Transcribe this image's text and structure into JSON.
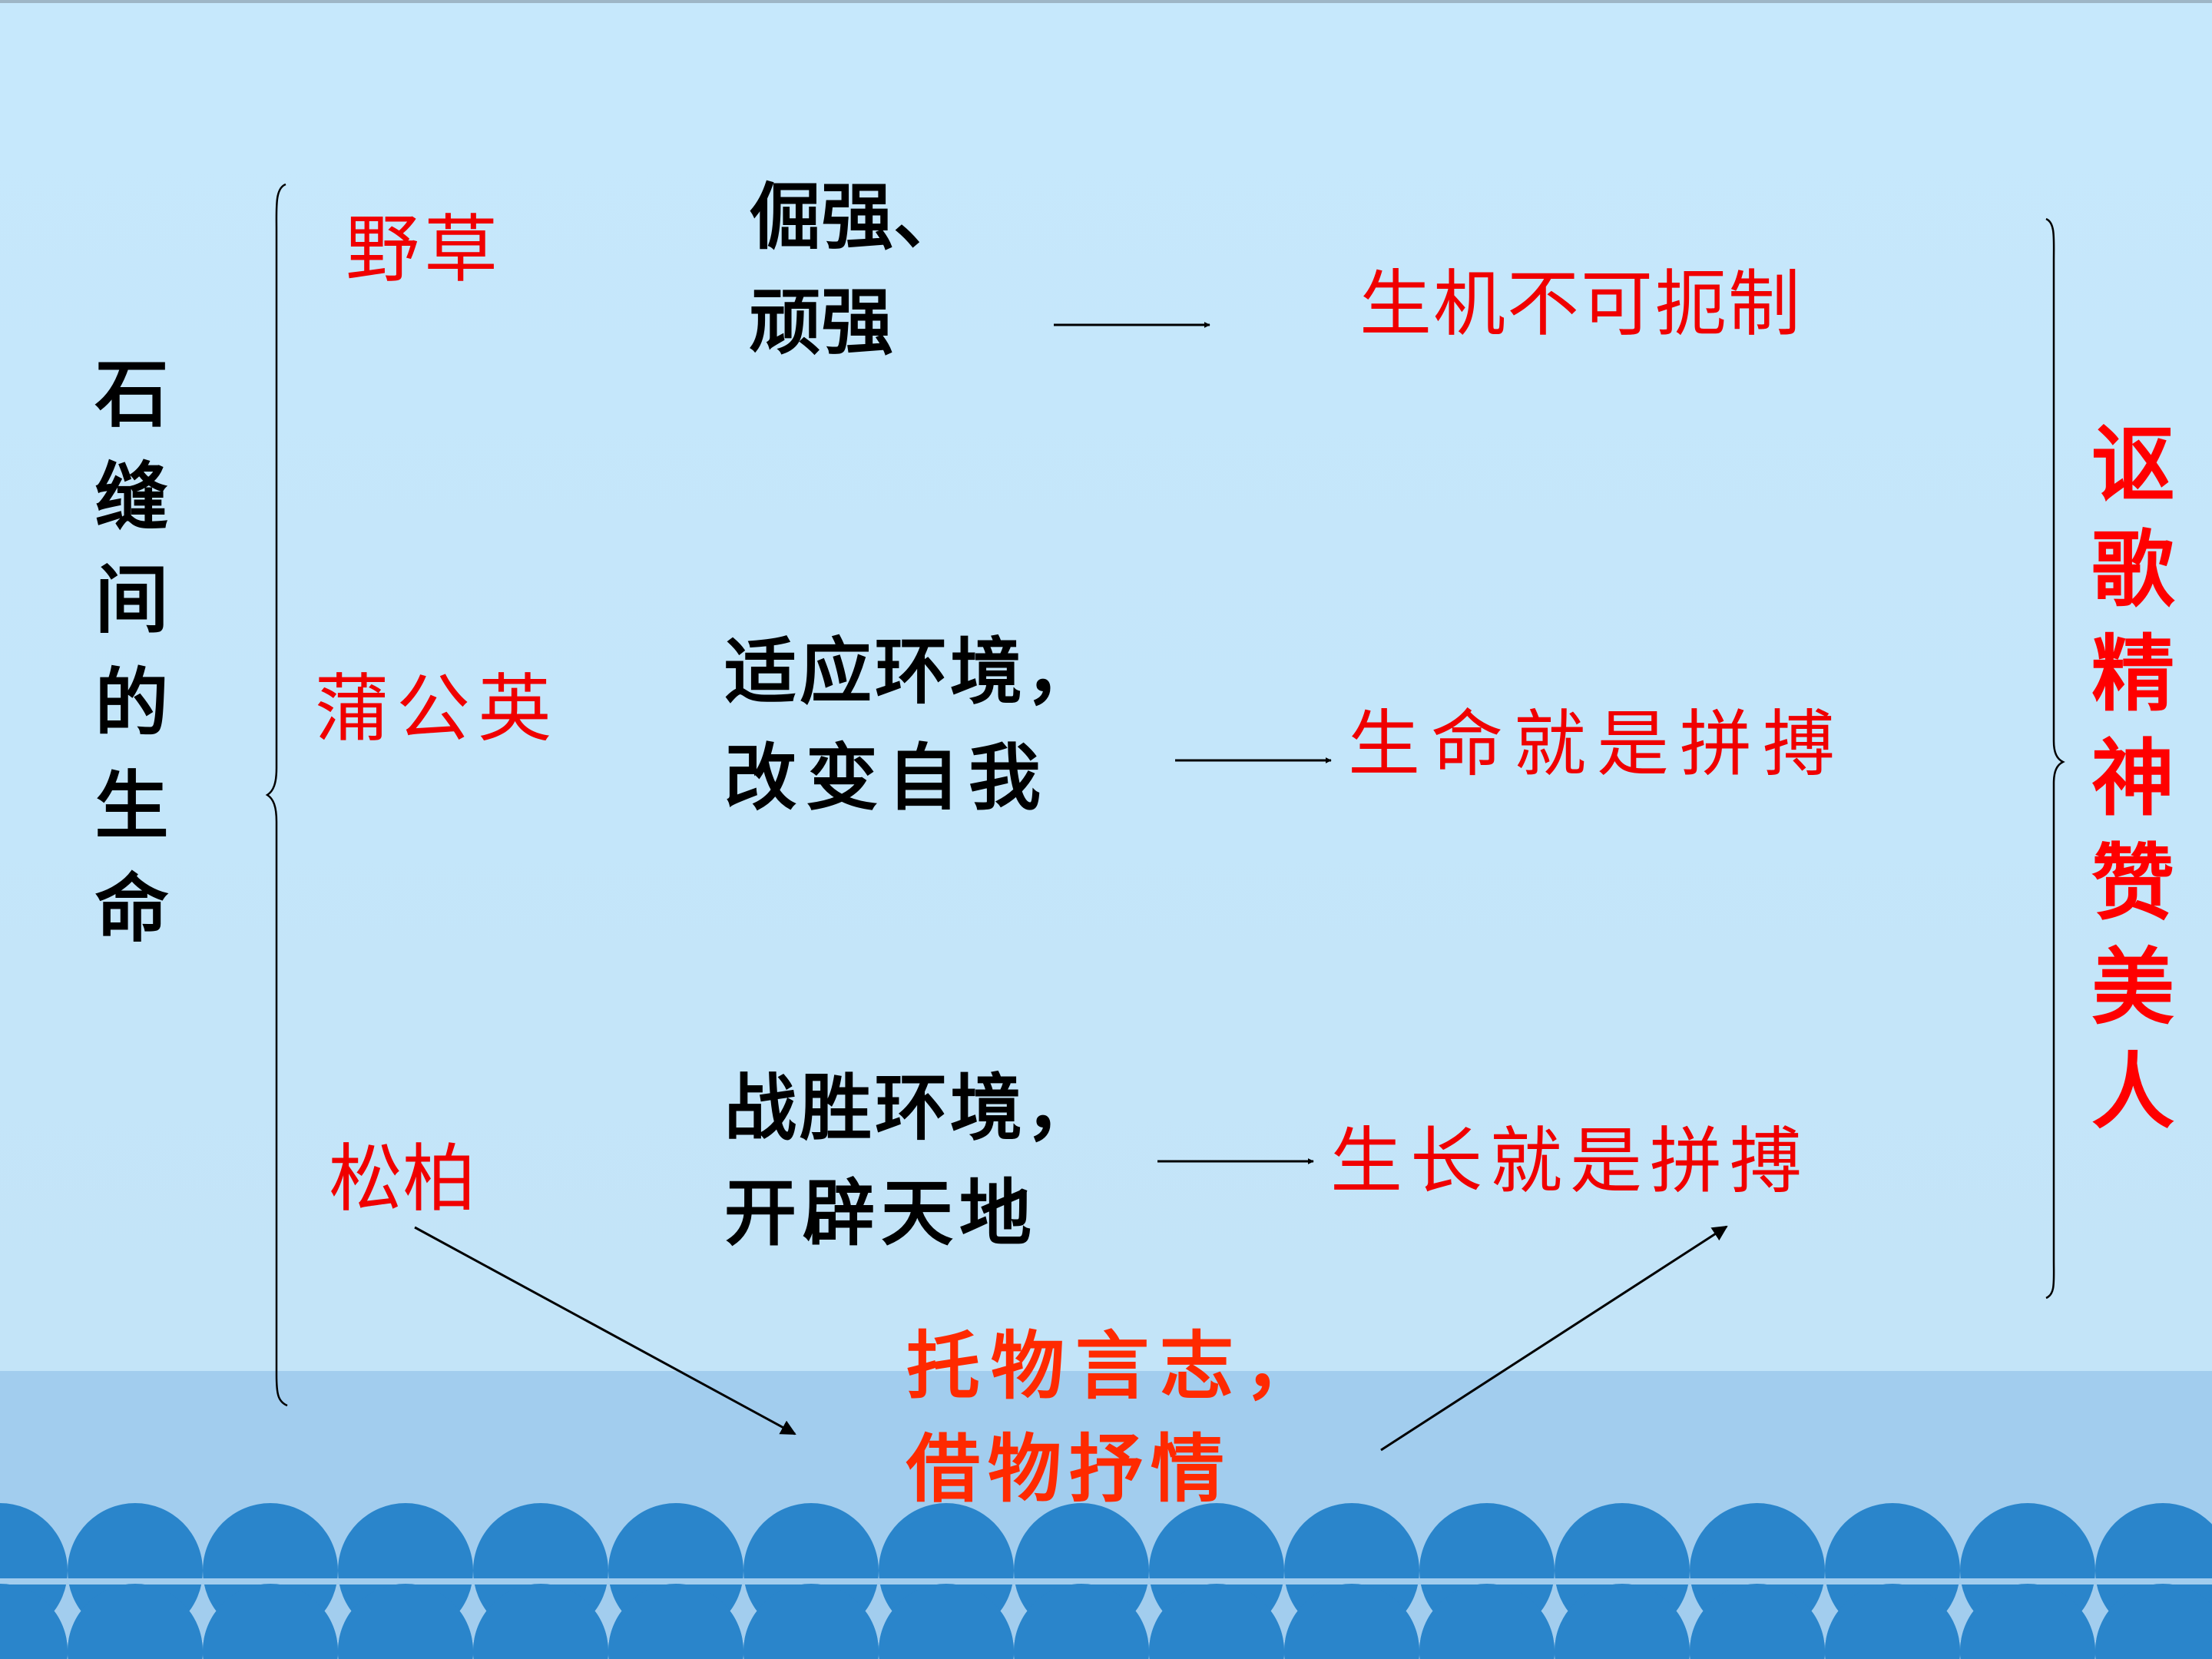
{
  "colors": {
    "sky": "#c8e7fb",
    "sea": "#9fcbed",
    "wave": "#2a85cb",
    "emphasis_red": "#ff0000",
    "summary_orange": "#ff3300",
    "text_black": "#000000"
  },
  "left_title": "石缝间的生命",
  "right_title": "讴歌精神赞美人",
  "rows": [
    {
      "plant": "野草",
      "trait": [
        "倔强、",
        "顽强"
      ],
      "meaning": "生机不可扼制"
    },
    {
      "plant": "蒲公英",
      "trait": [
        "适应环境，",
        "改变自我"
      ],
      "meaning": "生命就是拼搏"
    },
    {
      "plant": "松柏",
      "trait": [
        "战胜环境，",
        "开辟天地"
      ],
      "meaning": "生长就是拼搏"
    }
  ],
  "technique": [
    "托物言志，",
    "借物抒情"
  ]
}
